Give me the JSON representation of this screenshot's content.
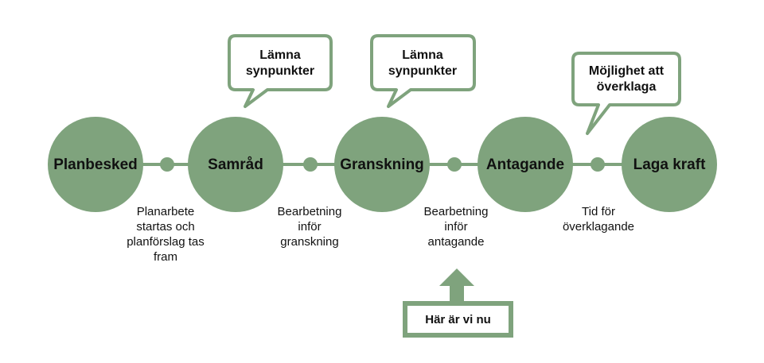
{
  "colors": {
    "stage_fill": "#7fa37d",
    "line": "#7fa37d",
    "bubble_border": "#7fa37d",
    "text": "#111111"
  },
  "stages": [
    {
      "label": "Planbesked"
    },
    {
      "label": "Samråd"
    },
    {
      "label": "Granskning"
    },
    {
      "label": "Antagande"
    },
    {
      "label": "Laga kraft"
    }
  ],
  "transitions": [
    {
      "lines": [
        "Planarbete",
        "startas och",
        "planförslag tas",
        "fram"
      ]
    },
    {
      "lines": [
        "Bearbetning",
        "inför",
        "granskning"
      ]
    },
    {
      "lines": [
        "Bearbetning",
        "inför",
        "antagande"
      ]
    },
    {
      "lines": [
        "Tid för",
        "överklagande"
      ]
    }
  ],
  "bubbles": [
    {
      "lines": [
        "Lämna",
        "synpunkter"
      ]
    },
    {
      "lines": [
        "Lämna",
        "synpunkter"
      ]
    },
    {
      "lines": [
        "Möjlighet att",
        "överklaga"
      ]
    }
  ],
  "current_marker": {
    "label": "Här är vi nu"
  }
}
